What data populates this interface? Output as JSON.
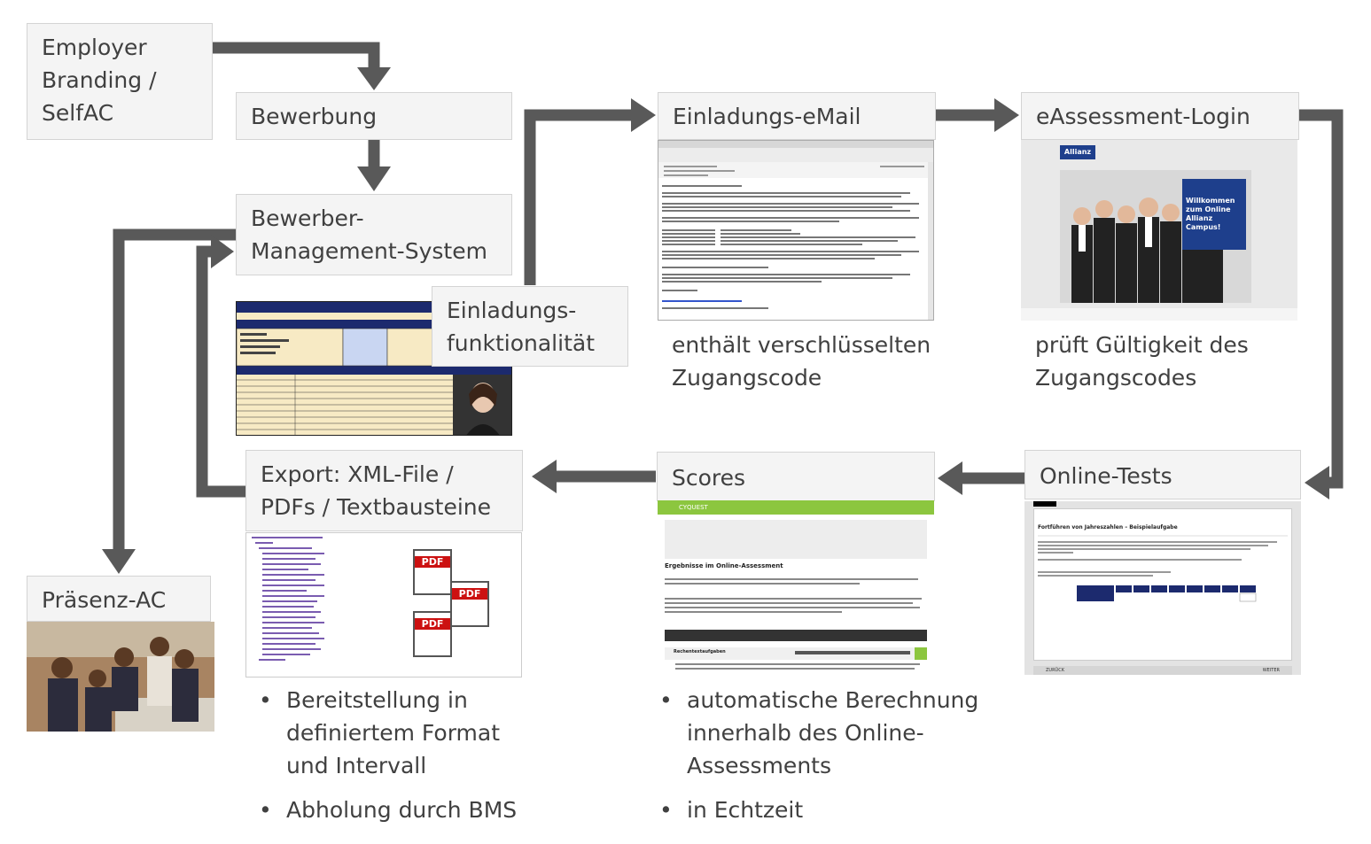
{
  "boxes": {
    "employer_branding": "Employer\nBranding /\nSelfAC",
    "bewerbung": "Bewerbung",
    "bms": "Bewerber-\nManagement-System",
    "einladungsfunktionalitaet": "Einladungs-\nfunktionalität",
    "einladungs_email": "Einladungs-eMail",
    "eassessment_login": "eAssessment-Login",
    "online_tests": "Online-Tests",
    "scores": "Scores",
    "export": "Export: XML-File /\nPDFs / Textbausteine",
    "praesenz_ac": "Präsenz-AC"
  },
  "captions": {
    "email": "enthält verschlüsselten\nZugangscode",
    "login": "prüft Gültigkeit des\nZugangscodes"
  },
  "bullets_export": [
    "Bereitstellung in\ndefiniertem Format\nund Intervall",
    "Abholung durch BMS"
  ],
  "bullets_scores": [
    "automatische Berechnung\ninnerhalb des Online-\nAssessments",
    "in Echtzeit"
  ],
  "login_screenshot": {
    "brand": "Allianz",
    "welcome": "Willkommen\nzum Online\nAllianz Campus!"
  },
  "scores_screenshot": {
    "brand": "CYQUEST",
    "heading": "Ergebnisse im Online-Assessment",
    "row_label": "Rechentextaufgaben"
  },
  "tests_screenshot": {
    "heading": "Fortführen von Jahreszahlen – Beispielaufgabe",
    "back": "ZURÜCK",
    "next": "WEITER"
  },
  "pdf_icon_label": "PDF",
  "colors": {
    "arrow": "#595959",
    "box_bg": "#f4f4f4",
    "box_border": "#d4d4d4",
    "cyquest_green": "#8cc63f"
  }
}
